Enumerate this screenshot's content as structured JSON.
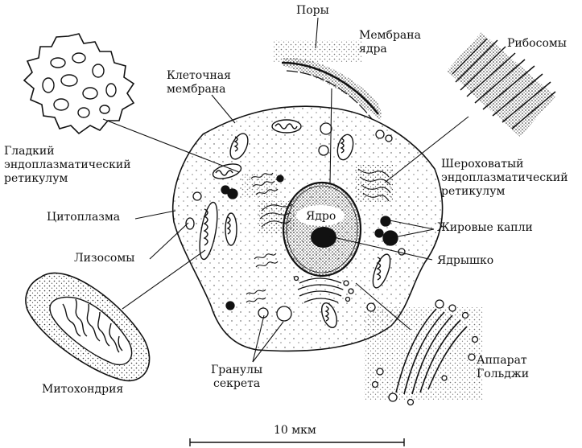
{
  "labels": {
    "pores": "Поры",
    "nuclear_membrane": "Мембрана\nядра",
    "ribosomes": "Рибосомы",
    "cell_membrane": "Клеточная\nмембрана",
    "smooth_er": "Гладкий\nэндоплазматический\nретикулум",
    "rough_er": "Шероховатый\nэндоплазматический\nретикулум",
    "cytoplasm": "Цитоплазма",
    "nucleus": "Ядро",
    "fat_drops": "Жировые капли",
    "lysosomes": "Лизосомы",
    "nucleolus": "Ядрышко",
    "mitochondrion": "Митохондрия",
    "secretory_granules": "Гранулы\nсекрета",
    "golgi": "Аппарат\nГольджи"
  },
  "scale_bar": {
    "label": "10 мкм"
  },
  "colors": {
    "ink": "#111111",
    "paper": "#ffffff",
    "stipple": "#333333"
  }
}
